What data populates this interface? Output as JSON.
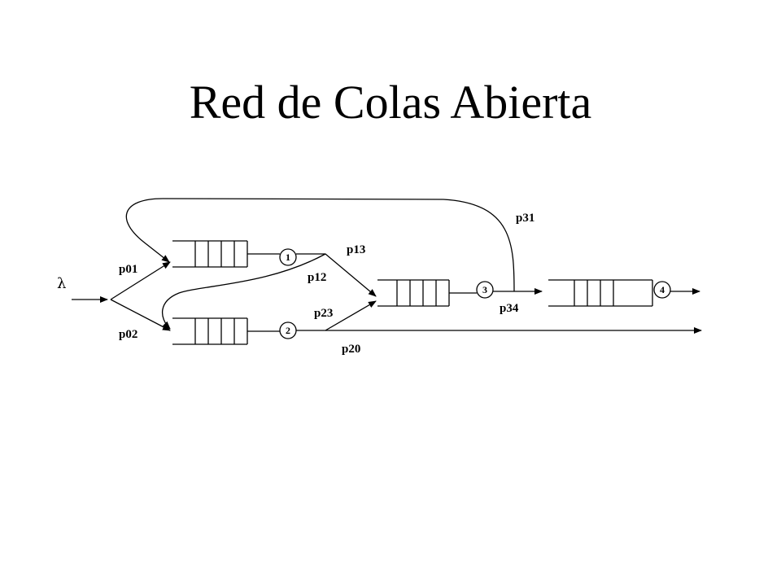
{
  "title": "Red de Colas Abierta",
  "input_symbol": "λ",
  "nodes": [
    {
      "id": "1",
      "label": "1"
    },
    {
      "id": "2",
      "label": "2"
    },
    {
      "id": "3",
      "label": "3"
    },
    {
      "id": "4",
      "label": "4"
    }
  ],
  "edges": {
    "p01": "p01",
    "p02": "p02",
    "p12": "p12",
    "p13": "p13",
    "p23": "p23",
    "p20": "p20",
    "p31": "p31",
    "p34": "p34"
  }
}
